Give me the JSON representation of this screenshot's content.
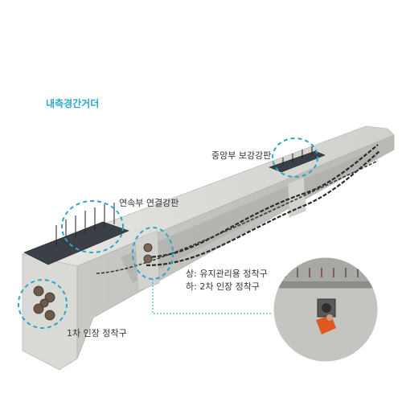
{
  "title": "내측경간거더",
  "labels": {
    "center_plate": "중앙부 보강강판",
    "continuity_plate": "연속부 연결강판",
    "upper_anchor": "상: 유지관리용 정착구",
    "lower_anchor": "하: 2차 인장 정착구",
    "first_anchor": "1차 인장 정착구"
  },
  "colors": {
    "title": "#2aa7c9",
    "highlight": "#2aa7c9",
    "concrete": "#dcdcd9",
    "steel_plate": "#3b4048",
    "worker": "#e0561f"
  },
  "icons": [
    "anchor-icon",
    "dashed-highlight-circle"
  ]
}
